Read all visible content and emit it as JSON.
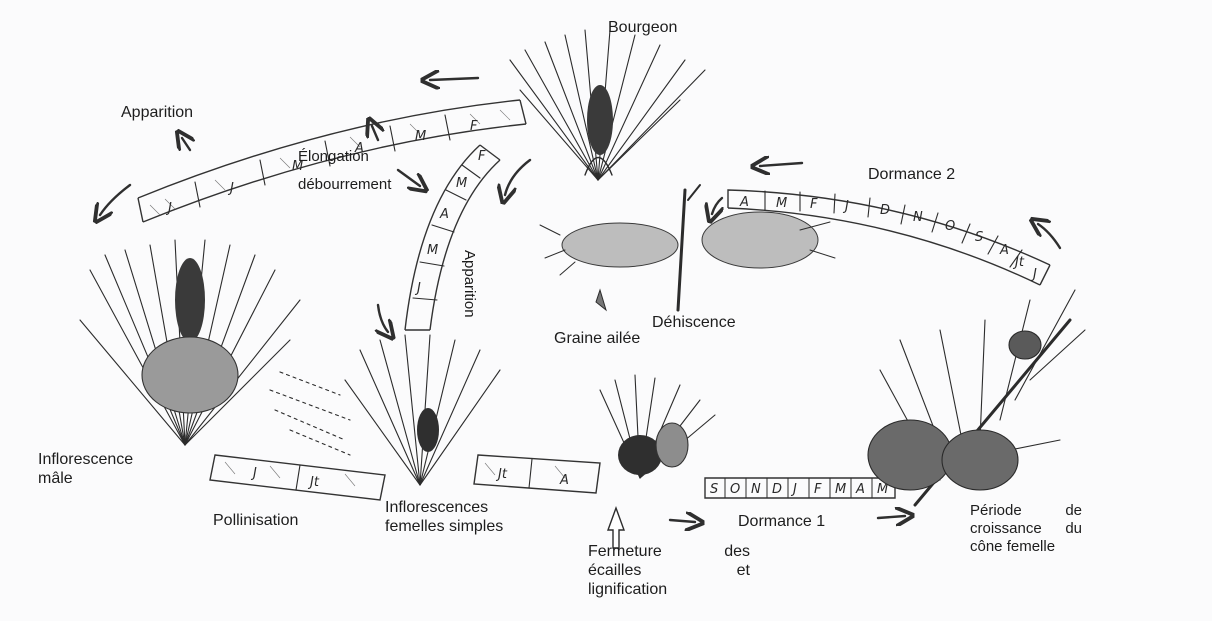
{
  "labels": {
    "bourgeon": "Bourgeon",
    "apparition_top": "Apparition",
    "elongation": "Élongation",
    "debourrement": "débourrement",
    "apparition_vertical": "Apparition",
    "dormance2": "Dormance 2",
    "dehiscence": "Déhiscence",
    "graine_ailee": "Graine ailée",
    "inflorescence_male_1": "Inflorescence",
    "inflorescence_male_2": "mâle",
    "pollinisation": "Pollinisation",
    "inflorescences_femelles_1": "Inflorescences",
    "inflorescences_femelles_2": "femelles simples",
    "fermeture_1a": "Fermeture",
    "fermeture_1b": "des",
    "fermeture_2a": "écailles",
    "fermeture_2b": "et",
    "fermeture_3": "lignification",
    "dormance1": "Dormance 1",
    "periode_1a": "Période",
    "periode_1b": "de",
    "periode_2a": "croissance",
    "periode_2b": "du",
    "periode_3": "cône femelle"
  },
  "month_bands": {
    "top_arc": [
      "J",
      "J",
      "M",
      "A",
      "M",
      "F"
    ],
    "middle_arc": [
      "F",
      "M",
      "A",
      "M",
      "J"
    ],
    "right_arc": [
      "A",
      "M",
      "F",
      "J",
      "D",
      "N",
      "O",
      "S",
      "A",
      "Jt",
      "J"
    ],
    "bottom_left": [
      "J",
      "Jt"
    ],
    "bottom_middle": [
      "Jt",
      "A"
    ],
    "bottom_right": [
      "S",
      "O",
      "N",
      "D",
      "J",
      "F",
      "M",
      "A",
      "M"
    ]
  },
  "colors": {
    "ink": "#2c2c2c",
    "paper": "#fbfbfc"
  }
}
